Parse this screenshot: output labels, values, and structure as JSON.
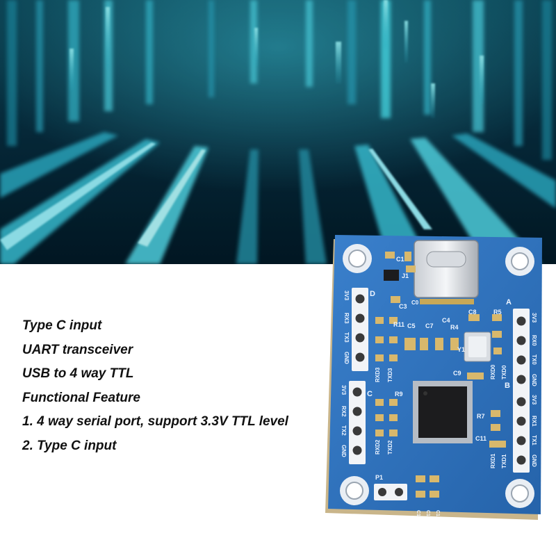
{
  "features": [
    "Type C input",
    "UART transceiver",
    "USB to 4 way TTL",
    "Functional Feature",
    "1. 4 way serial port, support 3.3V TTL level",
    "2. Type C input"
  ],
  "colors": {
    "hero_bg_top": "#0d4a5c",
    "hero_bg_bottom": "#021824",
    "hero_glow": "#4ff3ff",
    "board_blue": "#2f72bf",
    "page_bg": "#ffffff",
    "text": "#111111"
  },
  "board": {
    "silk": {
      "c1": "C1",
      "j1": "J1",
      "c3": "C3",
      "c0": "C0",
      "d": "D",
      "a": "A",
      "c": "C",
      "b": "B",
      "c8": "C8",
      "r5": "R5",
      "r11": "R11",
      "c5": "C5",
      "c7": "C7",
      "c4": "C4",
      "r4": "R4",
      "y1": "Y1",
      "c9": "C9",
      "r9": "R9",
      "r7": "R7",
      "c11": "C11",
      "p1": "P1",
      "rxd3": "RXD3",
      "txd3": "TXD3",
      "rxd2": "RXD2",
      "txd2": "TXD2",
      "rxd0": "RXD0",
      "txd0": "TXD0",
      "rxd1": "RXD1",
      "txd1": "TXD1",
      "pins_left": [
        "3V3",
        "RX3",
        "TX3",
        "GND"
      ],
      "pins_left2": [
        "3V3",
        "RX2",
        "TX2",
        "GND"
      ],
      "pins_right": [
        "3V3",
        "RX0",
        "TX0",
        "GND"
      ],
      "pins_right2": [
        "3V3",
        "RX1",
        "TX1",
        "GND"
      ],
      "bottom_caps": [
        "C1",
        "C1",
        "C1"
      ]
    }
  }
}
